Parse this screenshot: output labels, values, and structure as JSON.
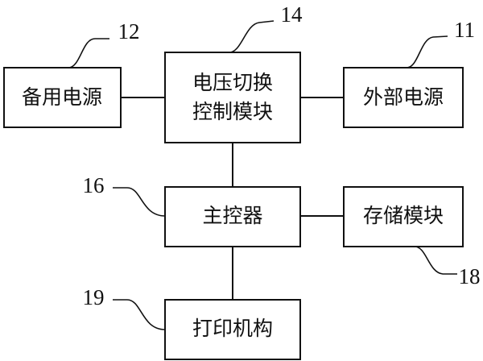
{
  "blocks": {
    "backup_power": {
      "label": "备用电源",
      "ref": "12"
    },
    "voltage_switch": {
      "line1": "电压切换",
      "line2": "控制模块",
      "ref": "14"
    },
    "external_power": {
      "label": "外部电源",
      "ref": "11"
    },
    "main_controller": {
      "label": "主控器",
      "ref": "16"
    },
    "storage_module": {
      "label": "存储模块",
      "ref": "18"
    },
    "print_mechanism": {
      "label": "打印机构",
      "ref": "19"
    }
  }
}
